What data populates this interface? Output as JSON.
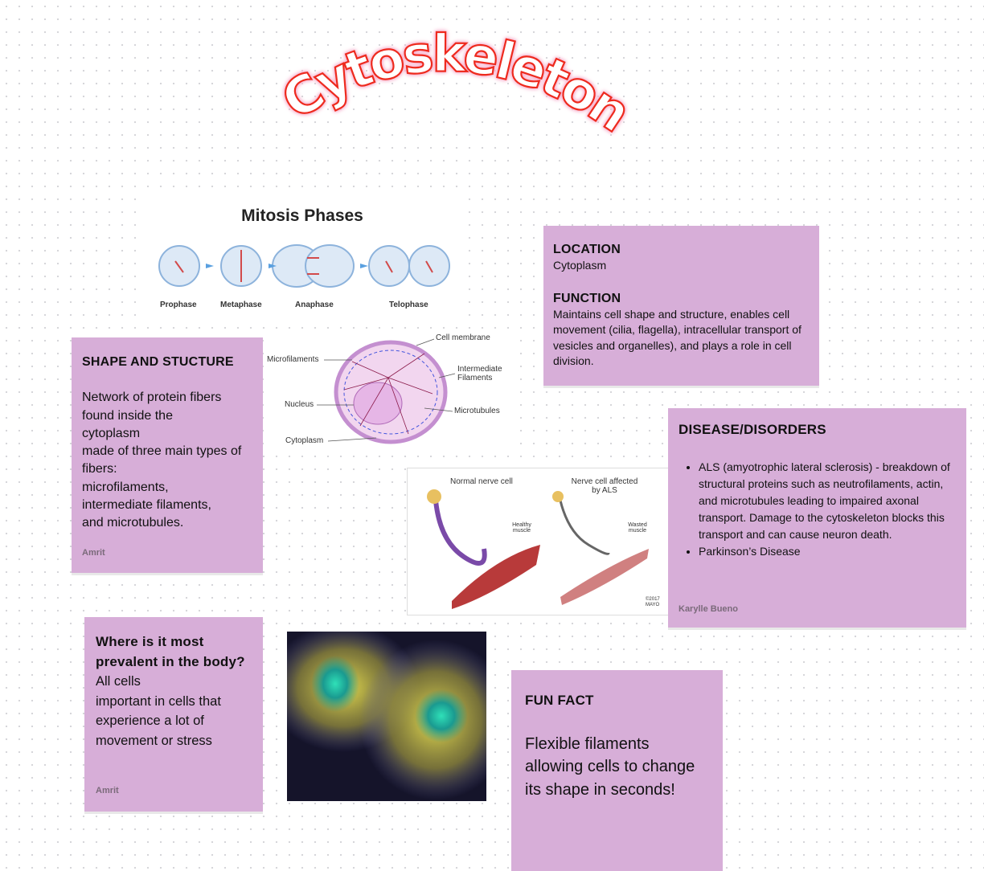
{
  "title": "Cytoskeleton",
  "mitosis": {
    "title": "Mitosis Phases",
    "phases": [
      "Prophase",
      "Metaphase",
      "Anaphase",
      "Telophase"
    ]
  },
  "cell_diagram": {
    "labels": {
      "membrane": "Cell membrane",
      "microfilaments": "Microfilaments",
      "intermediate": "Intermediate Filaments",
      "nucleus": "Nucleus",
      "microtubules": "Microtubules",
      "cytoplasm": "Cytoplasm"
    }
  },
  "als_image": {
    "normal": "Normal nerve cell",
    "affected": "Nerve cell affected by ALS",
    "healthy": "Healthy muscle",
    "wasted": "Wasted muscle",
    "credit": "©2017 MAYO"
  },
  "cards": {
    "shape": {
      "heading": "SHAPE AND STUCTURE",
      "body": [
        "Network of protein fibers found inside the",
        "cytoplasm",
        "made of three main types of fibers:",
        "microfilaments,",
        "intermediate filaments,",
        "and microtubules."
      ],
      "author": "Amrit"
    },
    "location": {
      "heading1": "LOCATION",
      "text1": "Cytoplasm",
      "heading2": "FUNCTION",
      "text2": " Maintains cell shape and structure, enables cell movement (cilia, flagella), intracellular transport of vesicles and organelles), and plays a role in cell division."
    },
    "disease": {
      "heading": "DISEASE/DISORDERS",
      "items": [
        "ALS (amyotrophic lateral sclerosis) - breakdown of structural proteins such as neutrofilaments, actin, and microtubules leading to impaired axonal transport. Damage to the cytoskeleton blocks this transport and can cause neuron death.",
        "Parkinson’s Disease"
      ],
      "author": "Karylle Bueno"
    },
    "prevalent": {
      "heading": "Where is it most prevalent in the body?",
      "body": [
        "All cells",
        "important in cells that experience a lot of movement or stress"
      ],
      "author": "Amrit"
    },
    "funfact": {
      "heading": "FUN FACT",
      "body": "Flexible filaments allowing cells to change its shape in seconds!"
    }
  },
  "colors": {
    "card": "#d7aed8",
    "title_stroke": "#ee2a1e",
    "title_glow": "#f7b3cf"
  }
}
